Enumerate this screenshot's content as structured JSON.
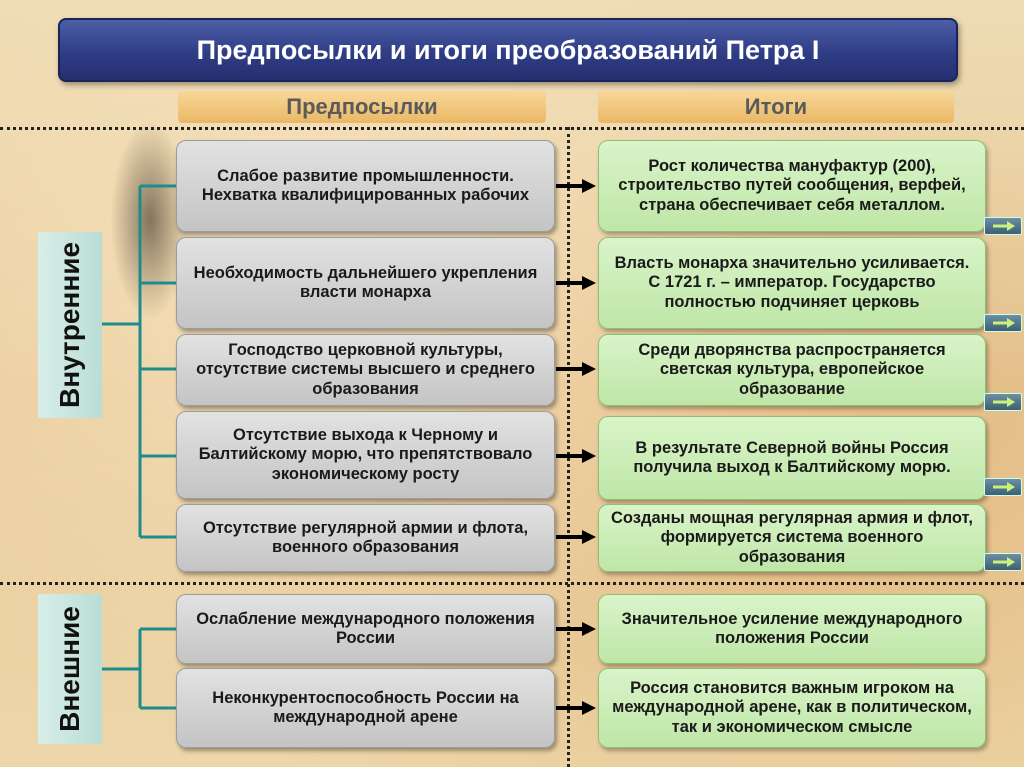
{
  "title": "Предпосылки и итоги преобразований Петра I",
  "headers": {
    "prerequisites": "Предпосылки",
    "results": "Итоги"
  },
  "groups": {
    "internal": "Внутренние",
    "external": "Внешние"
  },
  "rows": [
    {
      "prerequisite": "Слабое развитие промышленности. Нехватка квалифицированных рабочих",
      "result": "Рост количества мануфактур (200), строительство путей сообщения, верфей, страна обеспечивает себя металлом."
    },
    {
      "prerequisite": "Необходимость дальнейшего укрепления власти монарха",
      "result": "Власть монарха значительно усиливается. С 1721 г. – император. Государство полностью подчиняет церковь"
    },
    {
      "prerequisite": "Господство церковной культуры, отсутствие системы высшего и среднего образования",
      "result": "Среди дворянства распространяется светская культура, европейское образование"
    },
    {
      "prerequisite": "Отсутствие выхода к Черному и Балтийскому морю, что препятствовало экономическому росту",
      "result": "В результате Северной войны Россия получила выход к Балтийскому морю."
    },
    {
      "prerequisite": "Отсутствие регулярной армии и флота, военного образования",
      "result": "Созданы мощная регулярная армия и флот, формируется система военного образования"
    },
    {
      "prerequisite": "Ослабление международного положения России",
      "result": "Значительное усиление международного положения России"
    },
    {
      "prerequisite": "Неконкурентоспособность России на международной арене",
      "result": "Россия становится важным игроком на международной арене, как в политическом, так и экономическом смысле"
    }
  ],
  "colors": {
    "title_bg": "#2f3d86",
    "prerequisite_box": "#d4d4d4",
    "result_box": "#cdeeb8",
    "connector": "#1f8c8c",
    "group_label_bg": "#c9e6df"
  },
  "icons": {
    "arrow": "arrow-right-icon",
    "nav": "nav-arrow-icon"
  }
}
